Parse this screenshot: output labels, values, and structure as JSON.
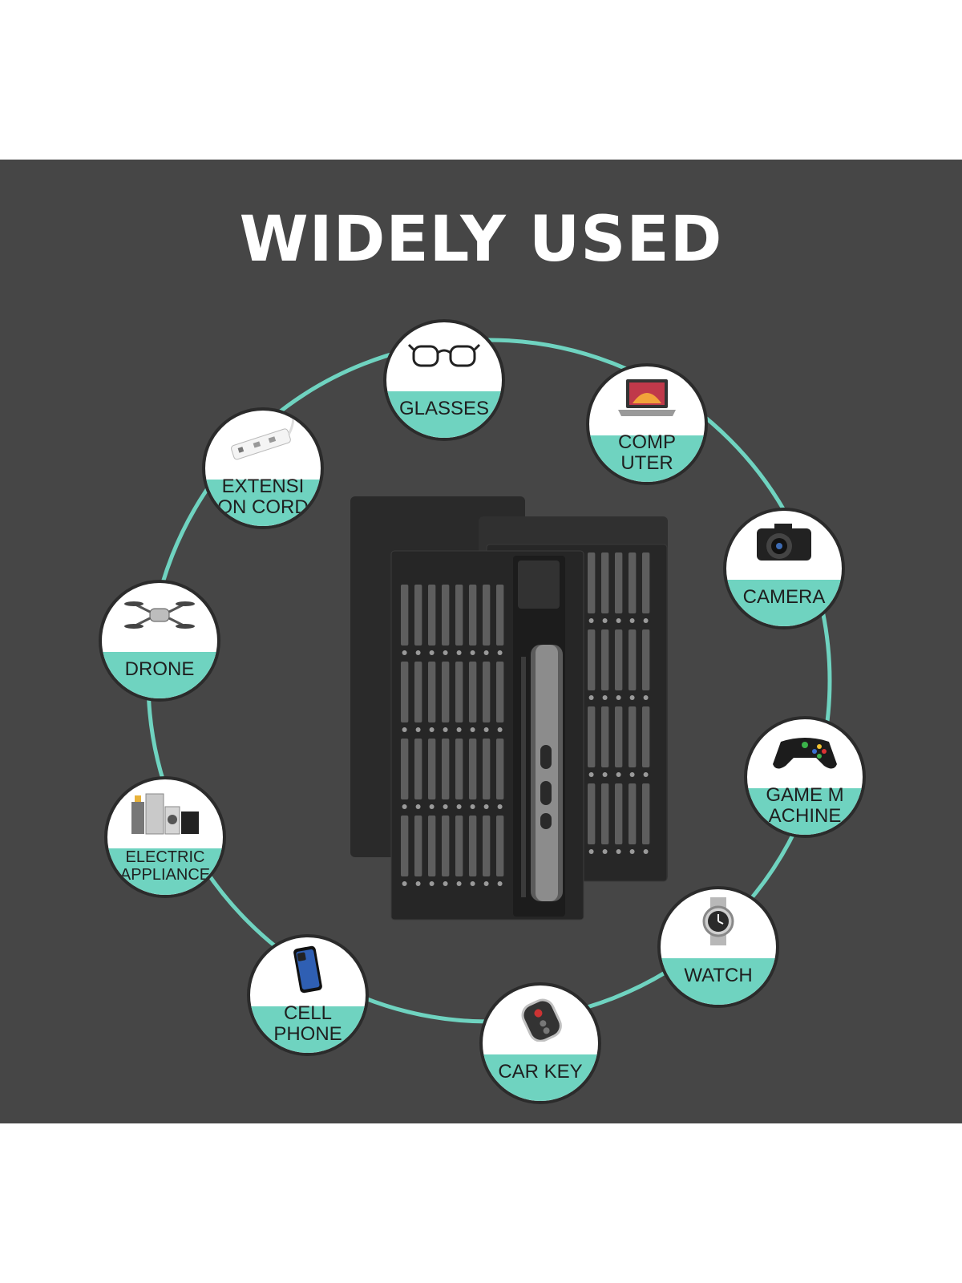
{
  "headline": "WIDELY USED",
  "colors": {
    "panel": "#464646",
    "accent": "#6fd3c0",
    "ring": "#6fd3c0",
    "text": "#ffffff"
  },
  "uses": [
    {
      "id": "glasses",
      "label": "GLASSES",
      "icon": "glasses-icon"
    },
    {
      "id": "computer",
      "label": "COMP\nUTER",
      "icon": "laptop-icon"
    },
    {
      "id": "camera",
      "label": "CAMERA",
      "icon": "camera-icon"
    },
    {
      "id": "game-machine",
      "label": "GAME M\nACHINE",
      "icon": "gamepad-icon"
    },
    {
      "id": "watch",
      "label": "WATCH",
      "icon": "watch-icon"
    },
    {
      "id": "car-key",
      "label": "CAR KEY",
      "icon": "car-key-icon"
    },
    {
      "id": "cell-phone",
      "label": "CELL\nPHONE",
      "icon": "phone-icon"
    },
    {
      "id": "electric-appliance",
      "label": "ELECTRIC\nAPPLIANCE",
      "icon": "appliance-icon"
    },
    {
      "id": "drone",
      "label": "DRONE",
      "icon": "drone-icon"
    },
    {
      "id": "extension-cord",
      "label": "EXTENSI\nON CORD",
      "icon": "power-strip-icon"
    }
  ]
}
